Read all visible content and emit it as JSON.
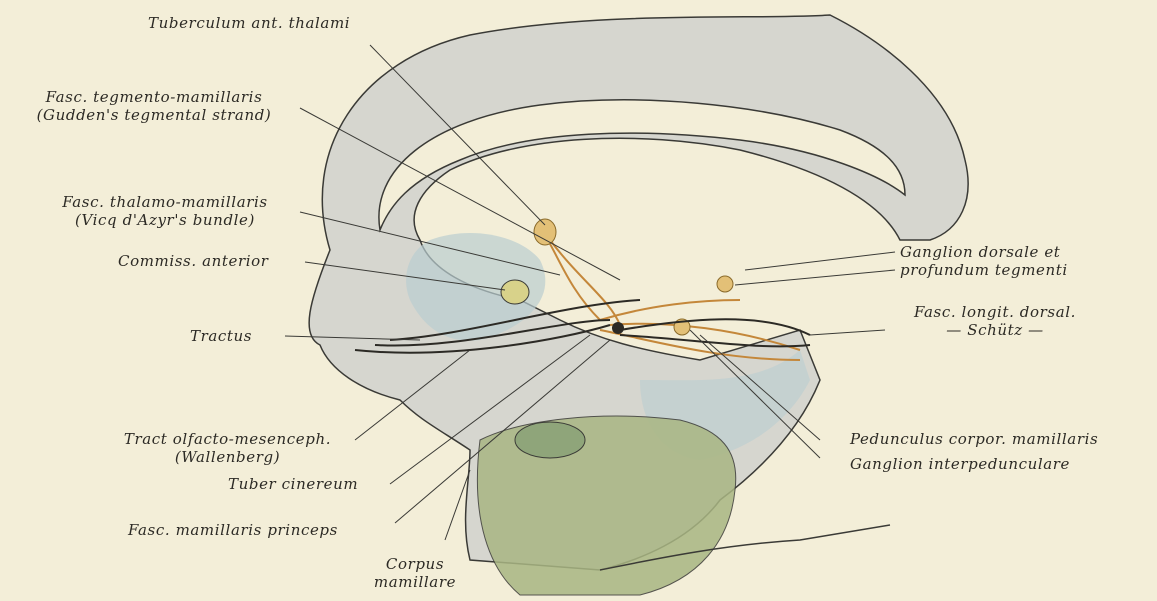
{
  "colors": {
    "paper": "#f3eed8",
    "brain_grey": "#d6d6cf",
    "tint_blue": "#b9cdd0",
    "tint_green": "#a9b683",
    "fiber_orange": "#c4873a",
    "ink": "#2c2a25"
  },
  "labels": {
    "tuberculum": "Tuberculum ant. thalami",
    "fasc_tegmento_1": "Fasc. tegmento-mamillaris",
    "fasc_tegmento_2": "(Gudden's tegmental strand)",
    "fasc_thalamo_1": "Fasc. thalamo-mamillaris",
    "fasc_thalamo_2": "(Vicq d'Azyr's bundle)",
    "commiss": "Commiss. anterior",
    "tractus": "Tractus",
    "tract_olfacto_1": "Tract olfacto-mesenceph.",
    "tract_olfacto_2": "(Wallenberg)",
    "tuber_cinereum": "Tuber cinereum",
    "fasc_mamillaris": "Fasc. mamillaris princeps",
    "corpus_1": "Corpus",
    "corpus_2": "mamillare",
    "ganglion_dorsale_1": "Ganglion dorsale et",
    "ganglion_dorsale_2": "profundum tegmenti",
    "fasc_longit_1": "Fasc. longit. dorsal.",
    "fasc_longit_2": "— Schütz —",
    "pedunculus": "Pedunculus corpor. mamillaris",
    "ganglion_inter": "Ganglion interpedunculare"
  }
}
